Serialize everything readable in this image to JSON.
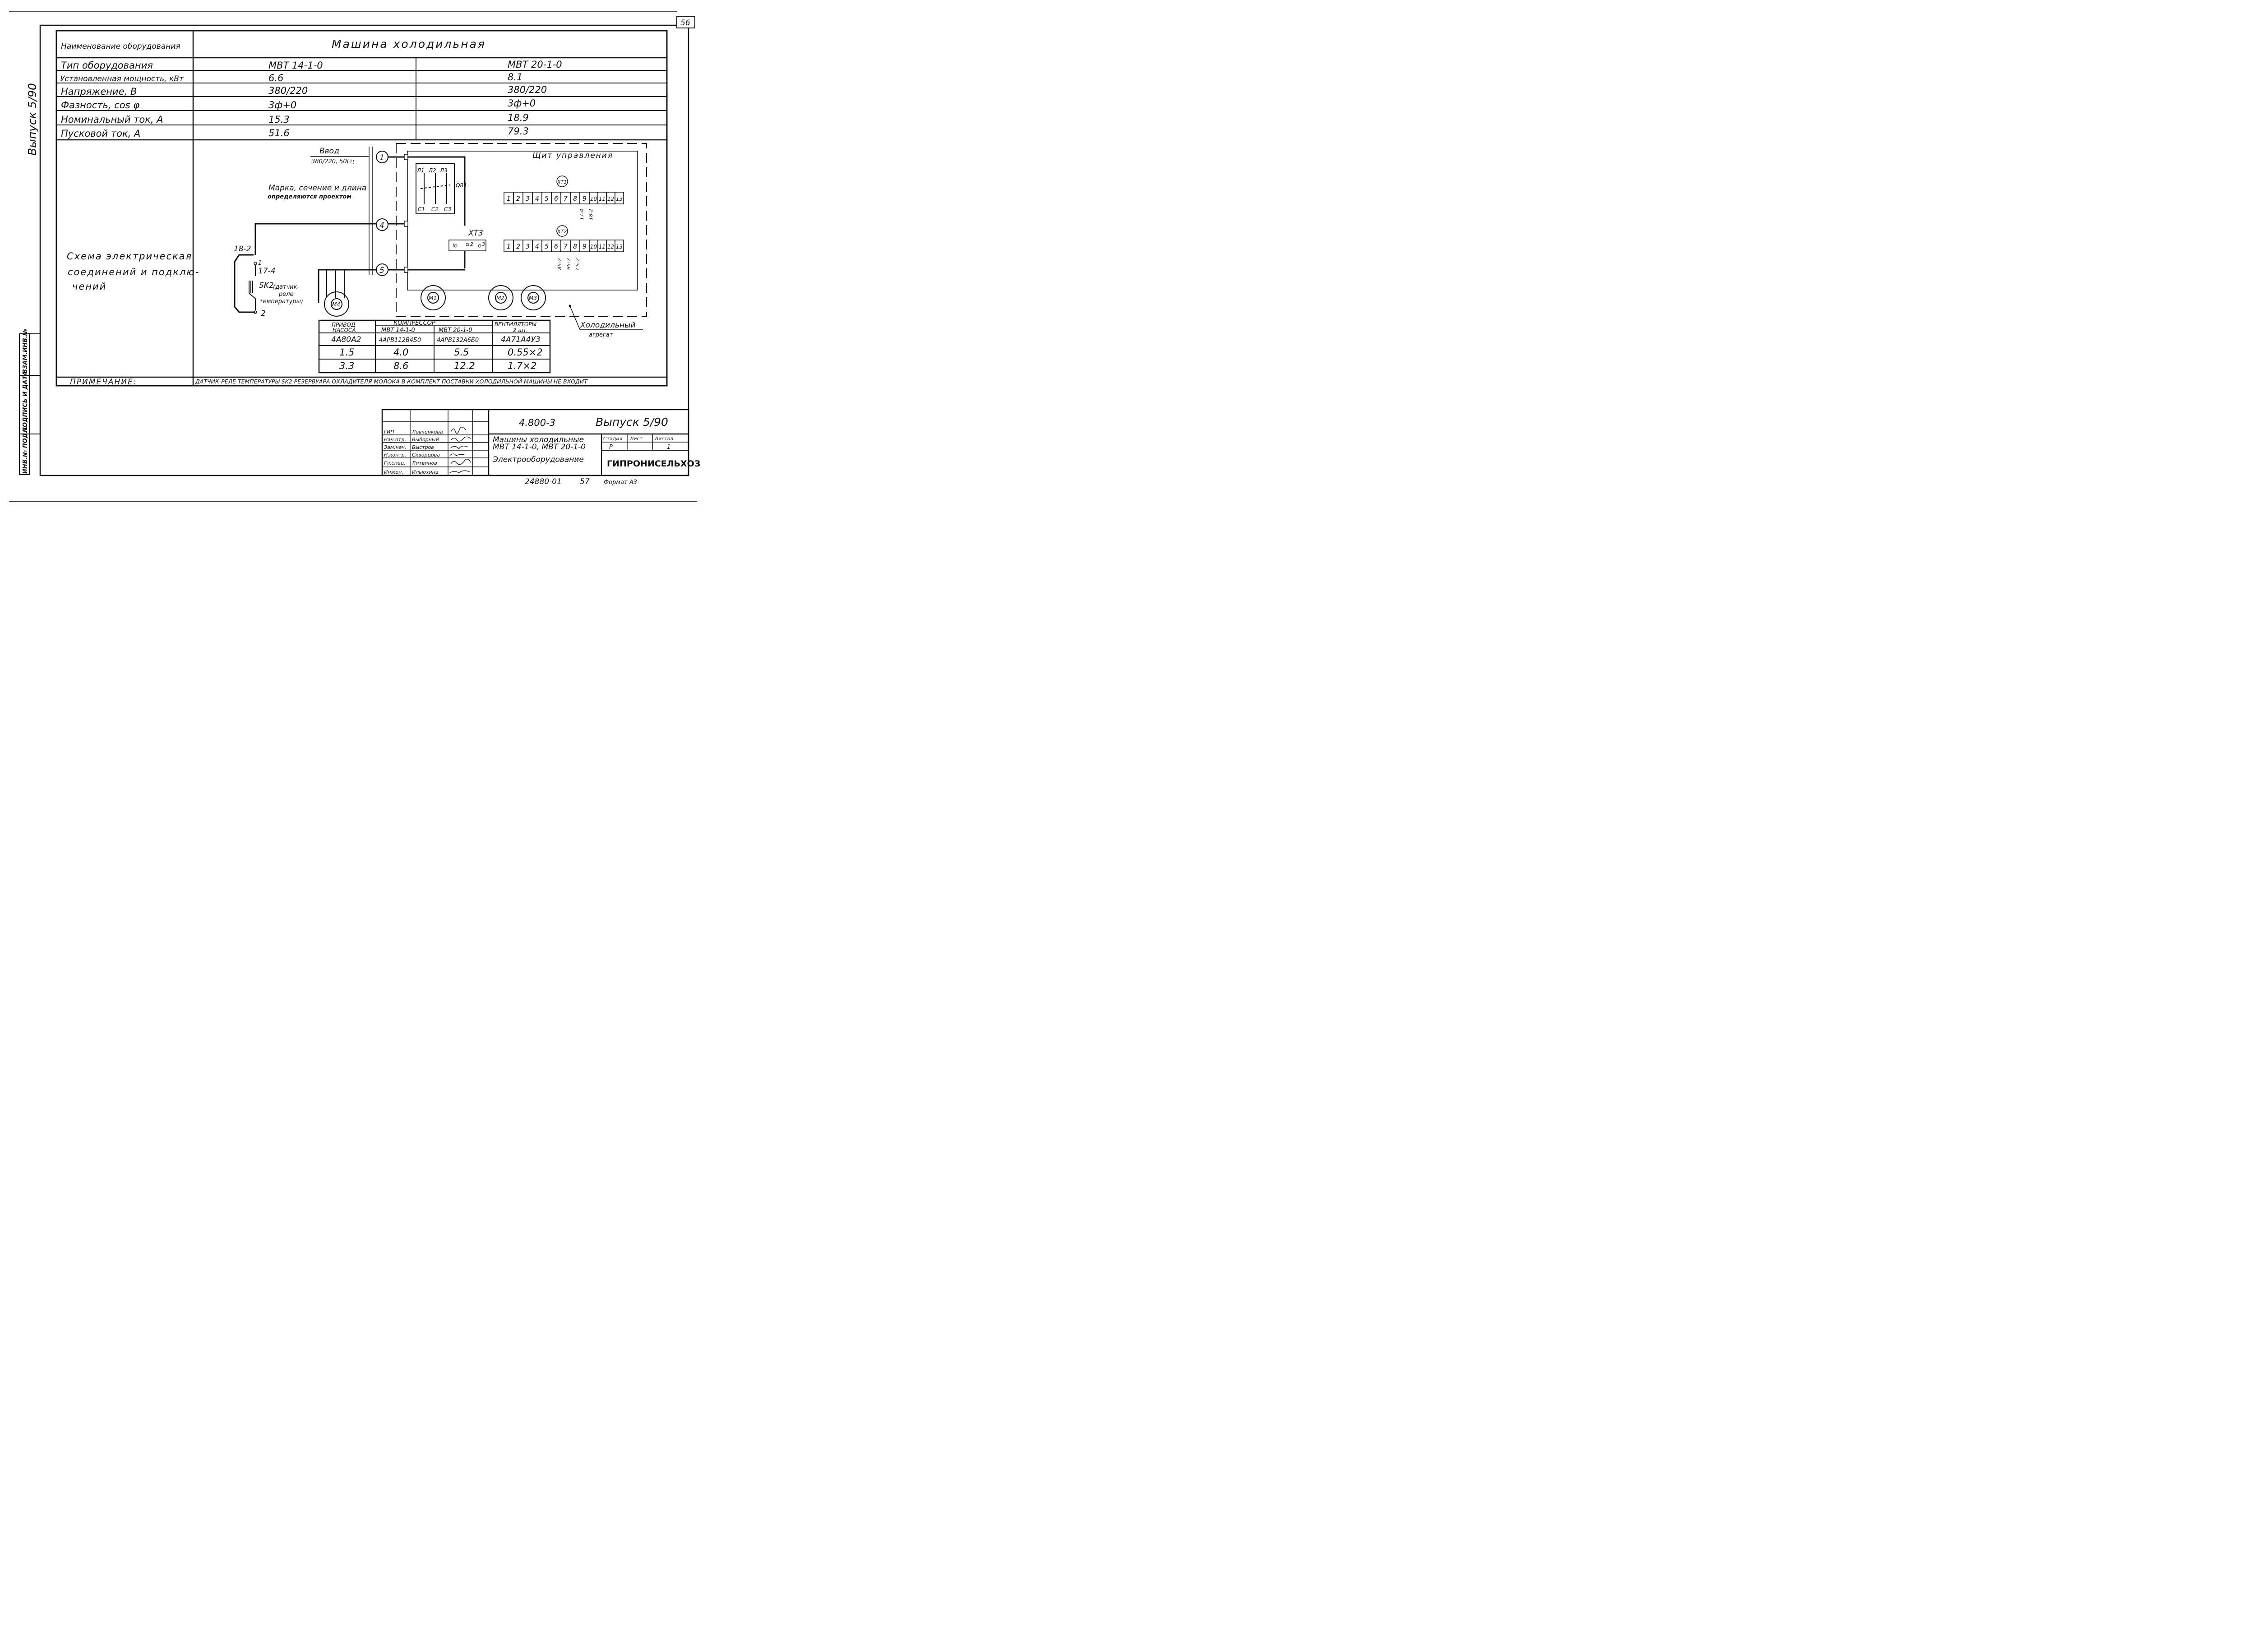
{
  "sheet": {
    "page_number": "56",
    "side_label": "Выпуск 5/90",
    "binding_strip": [
      "ИНВ.№ ПОДЛ.",
      "ПОДПИСЬ И ДАТА",
      "ВЗАМ.ИНВ.№"
    ]
  },
  "spec_table": {
    "header": {
      "label": "Наименование оборудования",
      "value": "Машина холодильная"
    },
    "rows": [
      {
        "label": "Тип оборудования",
        "a": "МВТ 14-1-0",
        "b": "МВТ 20-1-0"
      },
      {
        "label": "Установленная мощность, кВт",
        "a": "6.6",
        "b": "8.1"
      },
      {
        "label": "Напряжение, В",
        "a": "380/220",
        "b": "380/220"
      },
      {
        "label": "Фазность, cos φ",
        "a": "3ф+0",
        "b": "3ф+0"
      },
      {
        "label": "Номинальный ток, А",
        "a": "15.3",
        "b": "18.9"
      },
      {
        "label": "Пусковой ток, А",
        "a": "51.6",
        "b": "79.3"
      }
    ],
    "schema_label": [
      "Схема электрическая",
      "соединений и подклю-",
      "чений"
    ],
    "note_label": "ПРИМЕЧАНИЕ:",
    "note_text": "ДАТЧИК-РЕЛЕ ТЕМПЕРАТУРЫ SK2 РЕЗЕРВУАРА ОХЛАДИТЕЛЯ МОЛОКА В КОМПЛЕКТ ПОСТАВКИ ХОЛОДИЛЬНОЙ МАШИНЫ НЕ ВХОДИТ"
  },
  "diagram": {
    "input_label": "Ввод",
    "input_spec": "380/220, 50Гц",
    "cable_note": [
      "Марка, сечение и длина",
      "определяются проектом"
    ],
    "panel_title": "Щит управления",
    "aggregate_label": [
      "Холодильный",
      "агрегат"
    ],
    "nodes": [
      "1",
      "4",
      "5"
    ],
    "breaker": {
      "label": "QR1",
      "top": [
        "Л1",
        "Л2",
        "Л3"
      ],
      "bottom": [
        "С1",
        "С2",
        "С3"
      ]
    },
    "terminal_strips": [
      {
        "label": "ХТ1",
        "cells": [
          "1",
          "2",
          "3",
          "4",
          "5",
          "6",
          "7",
          "8",
          "9",
          "10",
          "11",
          "12",
          "13"
        ],
        "wires": [
          "17-4",
          "18-2"
        ]
      },
      {
        "label": "ХТ2",
        "cells": [
          "1",
          "2",
          "3",
          "4",
          "5",
          "6",
          "7",
          "8",
          "9",
          "10",
          "11",
          "12",
          "13"
        ],
        "wires": [
          "А5-2",
          "В5-2",
          "С5-2"
        ]
      }
    ],
    "xt3": {
      "label": "ХТ3",
      "pins": [
        "1",
        "2",
        "3"
      ]
    },
    "sensor": {
      "wire_top": "18-2",
      "pin1": "1",
      "wire_mid": "17-4",
      "label": "SK2",
      "desc": [
        "(датчик-",
        "реле",
        "температуры)"
      ],
      "pin2": "2"
    },
    "motors": [
      "М1",
      "М2",
      "М3",
      "М4"
    ]
  },
  "equipment_table": {
    "headers": {
      "pump": [
        "ПРИВОД",
        "НАСОСА"
      ],
      "compressor": "КОМПРЕССОР",
      "comp_a": "МВТ 14-1-0",
      "comp_b": "МВТ 20-1-0",
      "fans": [
        "ВЕНТИЛЯТОРЫ",
        "2 шт."
      ]
    },
    "rows": [
      [
        "4А80А2",
        "4АРВ112В4Б0",
        "4АРВ132А6Б0",
        "4А71А4У3"
      ],
      [
        "1.5",
        "4.0",
        "5.5",
        "0.55×2"
      ],
      [
        "3.3",
        "8.6",
        "12.2",
        "1.7×2"
      ]
    ]
  },
  "title_block": {
    "doc_code": "4.800-3",
    "issue": "Выпуск 5/90",
    "title": [
      "Машины холодильные",
      "МВТ 14-1-0, МВТ 20-1-0"
    ],
    "subtitle": "Электрооборудование",
    "stage_header": "Стадия",
    "sheet_header": "Лист",
    "sheets_header": "Листов",
    "stage": "Р",
    "sheets": "1",
    "organization": "ГИПРОНИСЕЛЬХОЗ",
    "roles": [
      {
        "role": "ГИП",
        "name": "Левченкова"
      },
      {
        "role": "Нач.отд.",
        "name": "Выборный"
      },
      {
        "role": "Зам.нач.",
        "name": "Быстров"
      },
      {
        "role": "Н.контр.",
        "name": "Скворцова"
      },
      {
        "role": "Гл.спец.",
        "name": "Литвинов"
      },
      {
        "role": "Инжен.",
        "name": "Ильюхина"
      }
    ],
    "footer": {
      "inventory": "24880-01",
      "sheet_no": "57",
      "format": "Формат А3"
    }
  }
}
